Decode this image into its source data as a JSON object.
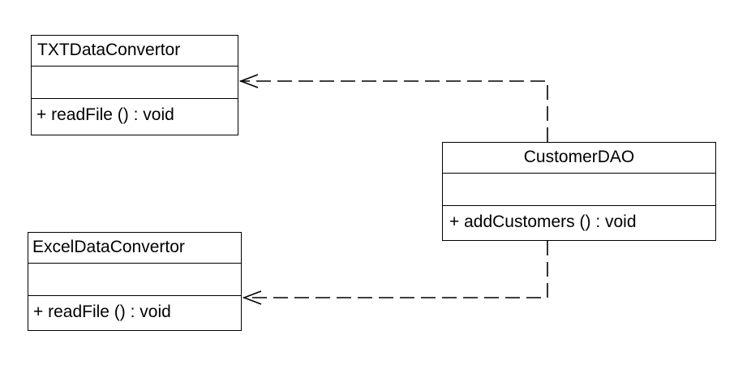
{
  "diagram": {
    "classes": [
      {
        "name": "TXTDataConvertor",
        "attributes": [],
        "operations": [
          "+ readFile () : void"
        ]
      },
      {
        "name": "ExcelDataConvertor",
        "attributes": [],
        "operations": [
          "+ readFile () : void"
        ]
      },
      {
        "name": "CustomerDAO",
        "attributes": [],
        "operations": [
          "+ addCustomers () : void"
        ]
      }
    ],
    "relationships": [
      {
        "type": "dependency",
        "from": "CustomerDAO",
        "to": "TXTDataConvertor"
      },
      {
        "type": "dependency",
        "from": "CustomerDAO",
        "to": "ExcelDataConvertor"
      }
    ]
  }
}
